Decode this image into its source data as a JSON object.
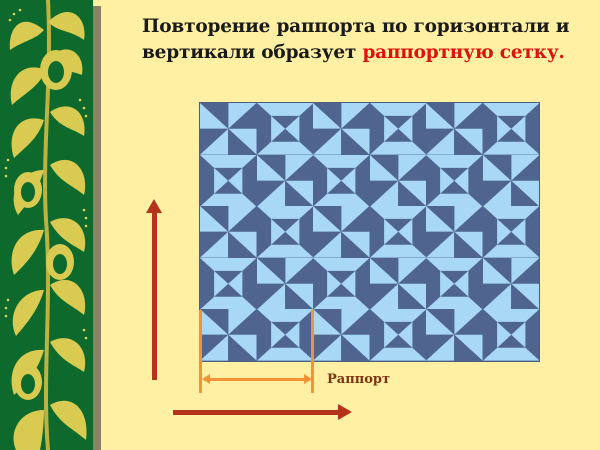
{
  "slide": {
    "title_line1": "Повторение раппорта по горизонтали и",
    "title_line2_prefix": "вертикали образует ",
    "title_line2_highlight": "раппортную сетку."
  },
  "diagram": {
    "rapport_label": "Раппорт",
    "grid": {
      "columns": 6,
      "rows": 5,
      "tile_types": [
        "pinwheel",
        "framed-hourglass"
      ],
      "layout": "checkerboard",
      "colors": {
        "dark": "#4f6590",
        "light": "#a8d8f5"
      }
    },
    "arrows": {
      "vertical": {
        "direction": "up",
        "color": "#b5331a"
      },
      "horizontal": {
        "direction": "right",
        "color": "#b5331a"
      },
      "rapport_dimension": {
        "color": "#f4923a"
      }
    }
  },
  "decor": {
    "side_panel": "green-khokhloma-ornament",
    "colors": {
      "panel": "#0d6a2c",
      "ornament": "#e8d457",
      "background": "#fff0a3",
      "highlight_text": "#d8140f"
    }
  }
}
